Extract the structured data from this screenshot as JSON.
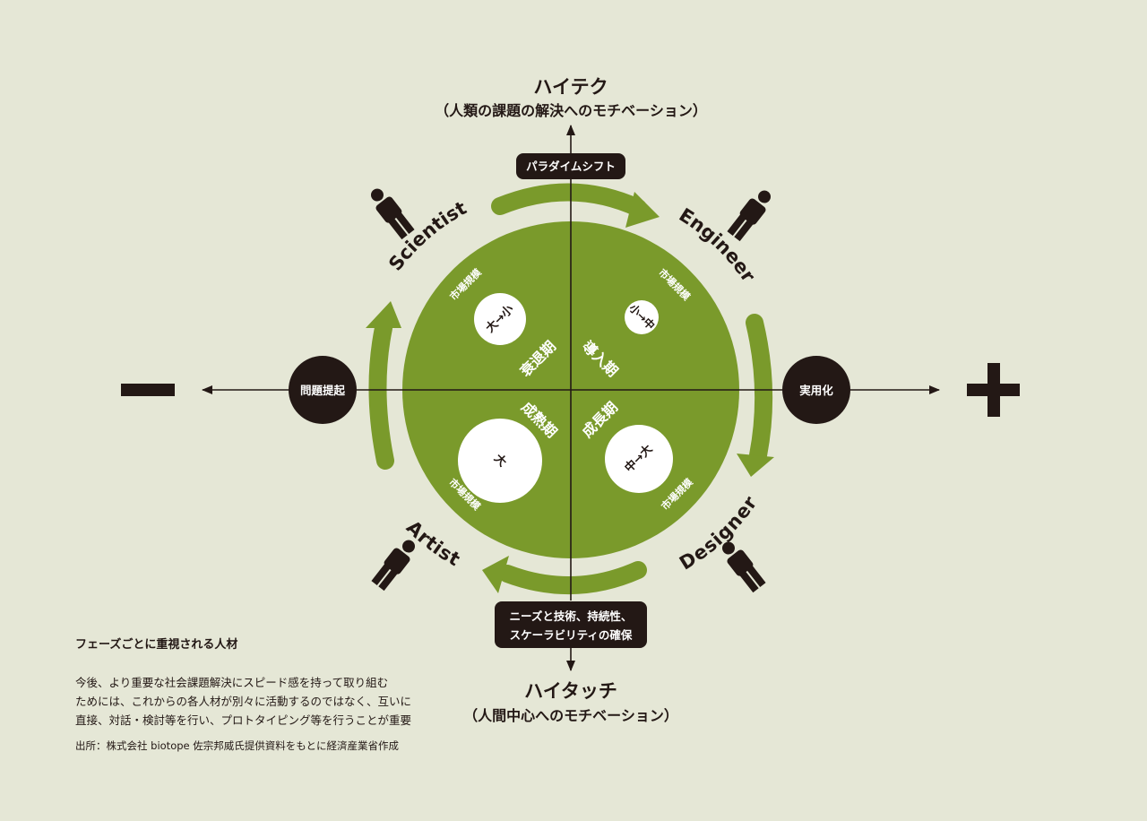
{
  "axes": {
    "top_label": "ハイテク",
    "top_sub": "（人類の課題の解決へのモチベーション）",
    "bottom_label": "ハイタッチ",
    "bottom_sub": "（人間中心へのモチベーション）",
    "left_sign": "minus",
    "right_sign": "plus"
  },
  "badges": {
    "top": "パラダイムシフト",
    "bottom_line1": "ニーズと技術、持続性、",
    "bottom_line2": "スケーラビリティの確保",
    "left": "問題提起",
    "right": "実用化"
  },
  "roles": {
    "scientist": "Scientist",
    "engineer": "Engineer",
    "designer": "Designer",
    "artist": "Artist"
  },
  "phases": {
    "top_left": "衰退期",
    "top_right": "導入期",
    "bottom_right": "成長期",
    "bottom_left": "成熟期"
  },
  "market": {
    "label": "市場規模",
    "top_left": "大→小",
    "top_right": "小→中",
    "bottom_right": "中→大",
    "bottom_left": "大"
  },
  "caption": {
    "title": "フェーズごとに重視される人材",
    "body_lines": [
      "今後、より重要な社会課題解決にスピード感を持って取り組む",
      "ためには、これからの各人材が別々に活動するのではなく、互いに",
      "直接、対話・検討等を行い、プロトタイピング等を行うことが重要"
    ],
    "source": "出所：株式会社 biotope 佐宗邦威氏提供資料をもとに経済産業省作成"
  },
  "colors": {
    "background": "#e5e7d6",
    "green": "#7a9a2b",
    "dark": "#231815",
    "white": "#ffffff"
  }
}
